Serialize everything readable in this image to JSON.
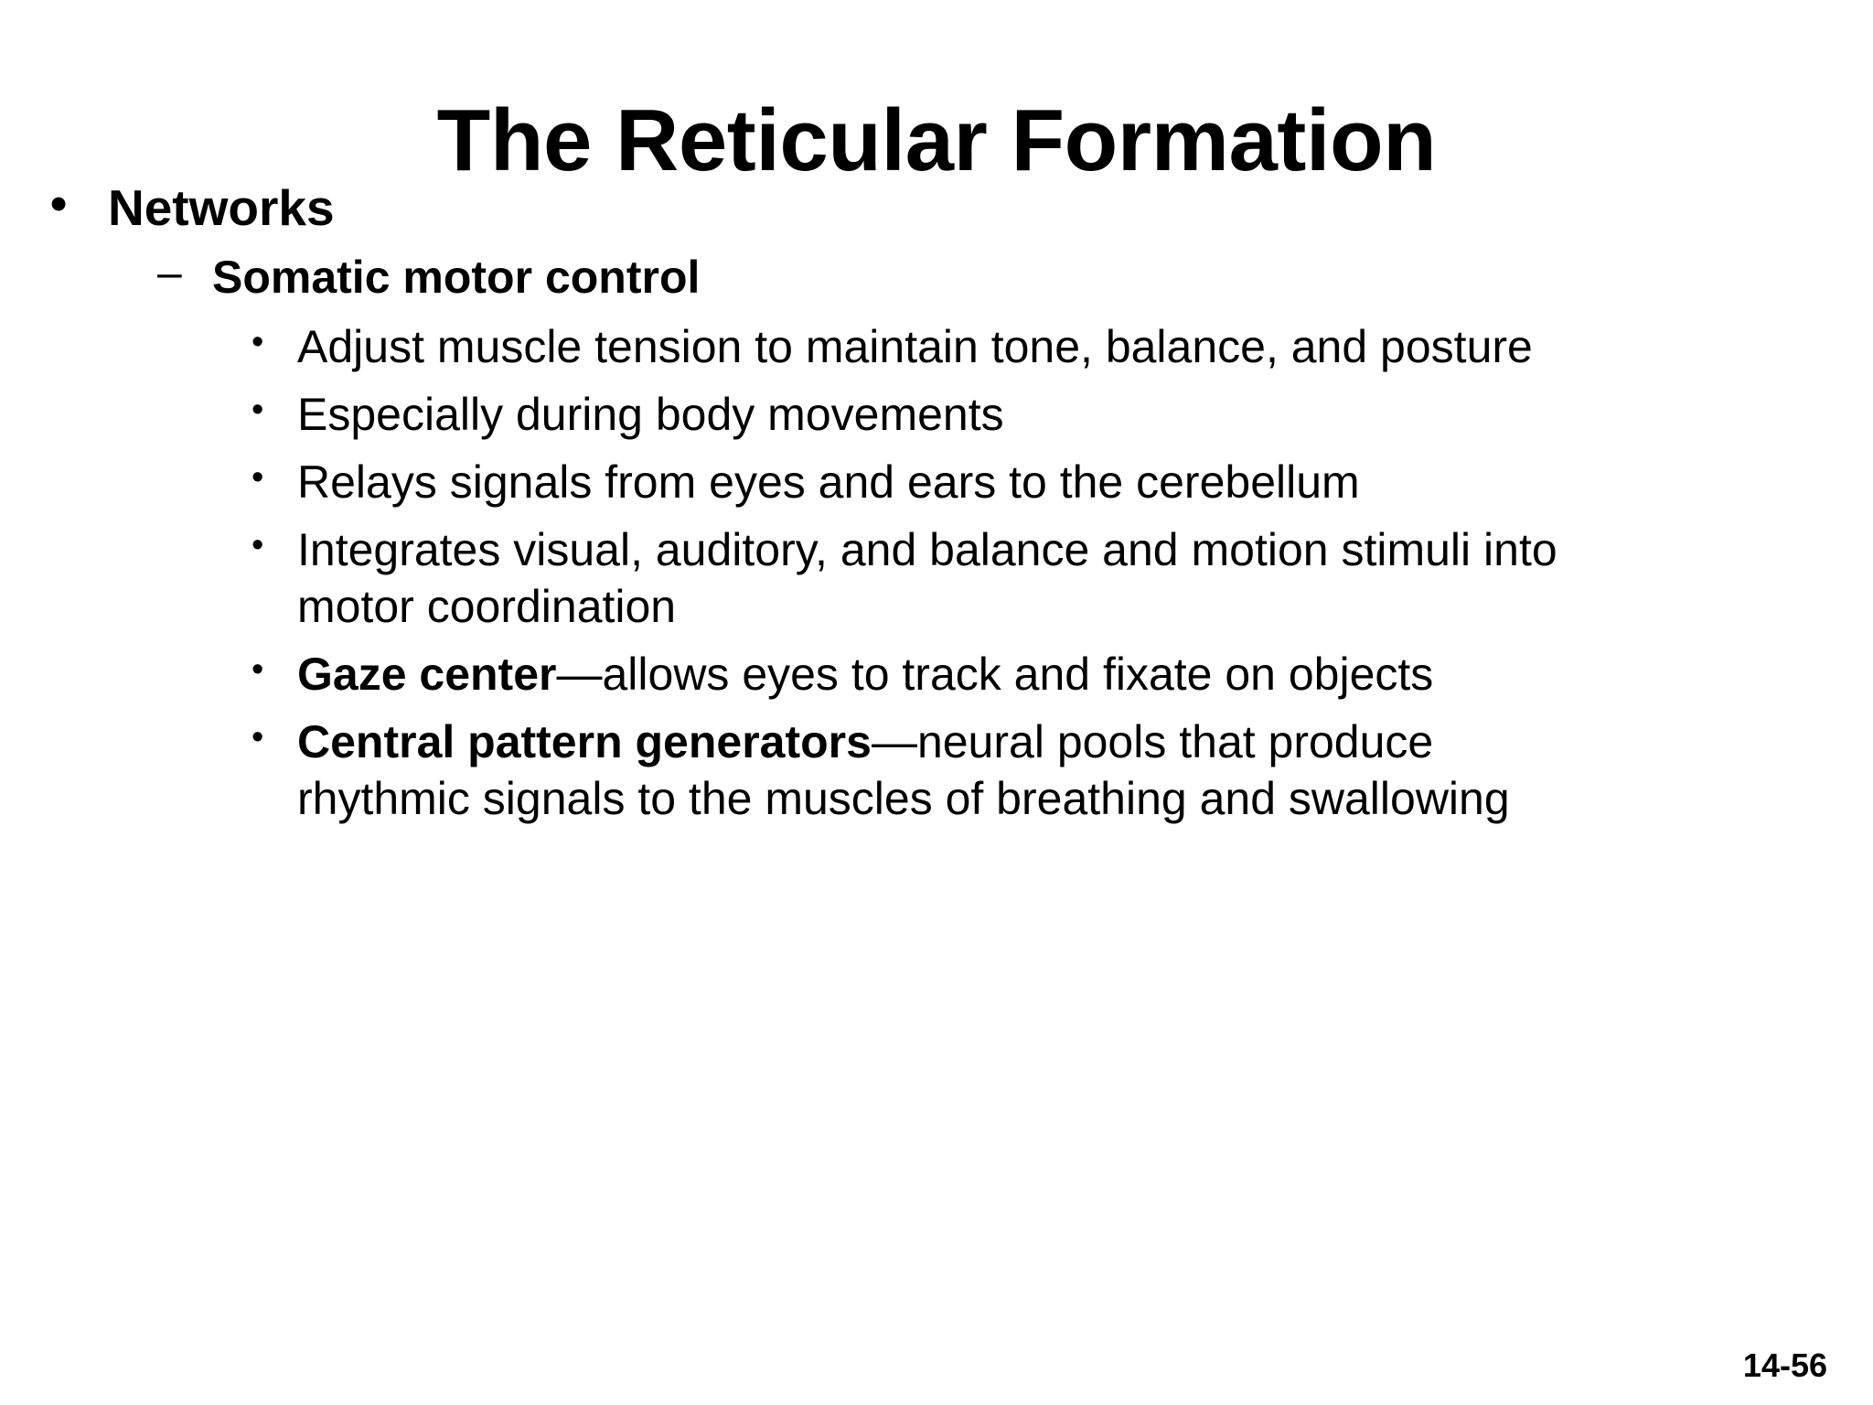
{
  "slide": {
    "title": "The Reticular Formation",
    "page_number": "14-56",
    "bullet_glyphs": {
      "level1": "•",
      "level2": "–",
      "level3": "•"
    },
    "outline": [
      {
        "level": 1,
        "text": "Networks",
        "bold": true
      },
      {
        "level": 2,
        "text": "Somatic motor control",
        "bold": true
      },
      {
        "level": 3,
        "text": "Adjust muscle tension to maintain tone, balance, and posture",
        "bold_lead": "",
        "rest": "Adjust muscle tension to maintain tone, balance, and posture"
      },
      {
        "level": 3,
        "text": "Especially during body movements",
        "bold_lead": "",
        "rest": "Especially during body movements"
      },
      {
        "level": 3,
        "text": "Relays signals from eyes and ears to the cerebellum",
        "bold_lead": "",
        "rest": "Relays signals from eyes and ears to the cerebellum"
      },
      {
        "level": 3,
        "text": "Integrates visual, auditory, and balance and motion stimuli into motor coordination",
        "bold_lead": "",
        "rest": "Integrates visual, auditory, and balance and motion stimuli into motor coordination"
      },
      {
        "level": 3,
        "text": "Gaze center—allows eyes to track and fixate on objects",
        "bold_lead": "Gaze center",
        "rest": "—allows eyes to track and fixate on objects"
      },
      {
        "level": 3,
        "text": "Central pattern generators—neural pools that produce rhythmic signals to the muscles of breathing and swallowing",
        "bold_lead": "Central pattern generators",
        "rest": "—neural pools that produce rhythmic signals to the muscles of breathing and swallowing"
      }
    ],
    "colors": {
      "background": "#ffffff",
      "text": "#000000"
    }
  }
}
